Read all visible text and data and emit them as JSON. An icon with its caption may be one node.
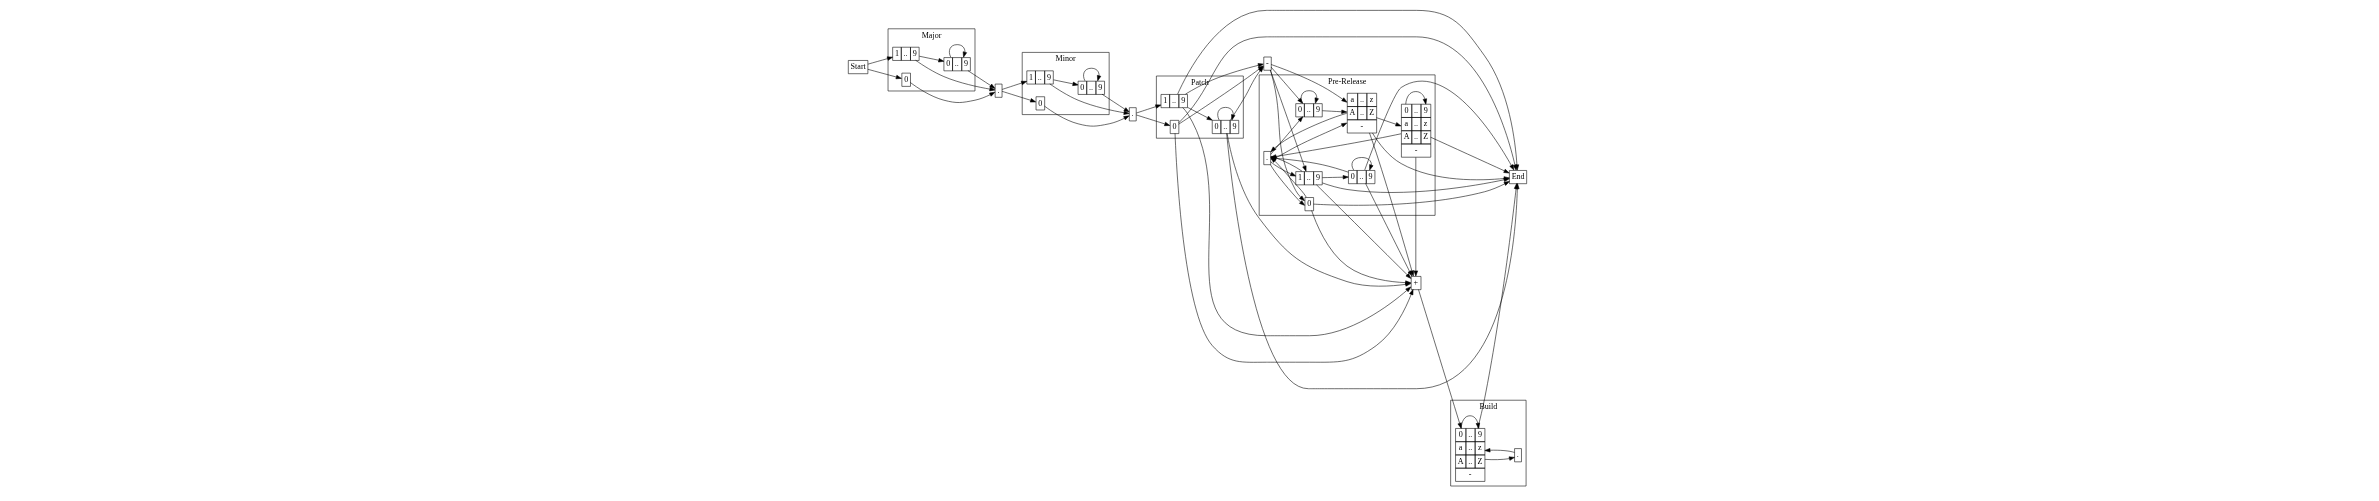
{
  "diagram": {
    "nodes": [
      {
        "text": [
          "Start"
        ]
      },
      {
        "text": [
          "Major"
        ]
      },
      {
        "text": [
          "1",
          "..",
          "9"
        ],
        "in": 1
      },
      {
        "text": [
          "0",
          "..",
          "9"
        ],
        "in": 1
      },
      {
        "text": [
          "0"
        ],
        "in": 1
      },
      {
        "text": [
          "."
        ]
      },
      {
        "text": [
          "Minor"
        ]
      },
      {
        "text": [
          "1",
          "..",
          "9"
        ],
        "in": 6
      },
      {
        "text": [
          "0",
          "..",
          "9"
        ],
        "in": 6
      },
      {
        "text": [
          "0"
        ],
        "in": 6
      },
      {
        "text": [
          "."
        ]
      },
      {
        "text": [
          "Patch"
        ]
      },
      {
        "text": [
          "1",
          "..",
          "9"
        ],
        "in": 11
      },
      {
        "text": [
          "0",
          "..",
          "9"
        ],
        "in": 11
      },
      {
        "text": [
          "0"
        ],
        "in": 11
      },
      {
        "text": [
          "-"
        ]
      },
      {
        "text": [
          "Pre-Release"
        ]
      },
      {
        "text": [
          "."
        ],
        "in": 16
      },
      {
        "text": [
          "0",
          "..",
          "9"
        ],
        "in": 16
      },
      {
        "text": [
          "a",
          "..",
          "z",
          "A",
          "..",
          "Z",
          "-"
        ],
        "in": 16
      },
      {
        "text": [
          "0",
          "..",
          "9",
          "a",
          "..",
          "z",
          "A",
          "..",
          "Z",
          "-"
        ],
        "in": 16
      },
      {
        "text": [
          "1",
          "..",
          "9"
        ],
        "in": 16
      },
      {
        "text": [
          "0",
          "..",
          "9"
        ],
        "in": 16
      },
      {
        "text": [
          "0"
        ],
        "in": 16
      },
      {
        "text": [
          "+"
        ]
      },
      {
        "text": [
          "Build"
        ]
      },
      {
        "text": [
          "0",
          "..",
          "9",
          "a",
          "..",
          "z",
          "A",
          "..",
          "Z",
          "-"
        ],
        "in": 25
      },
      {
        "text": [
          "."
        ],
        "in": 25
      },
      {
        "text": [
          "End"
        ]
      }
    ],
    "edges": [
      {
        "from": 0,
        "to": 2,
        "arrow": "to"
      },
      {
        "from": 0,
        "to": 4,
        "arrow": "to"
      },
      {
        "from": 2,
        "to": 3,
        "arrow": "to"
      },
      {
        "from": 3,
        "to": 3,
        "arrow": "to"
      },
      {
        "from": 2,
        "to": 5,
        "arrow": "to"
      },
      {
        "from": 3,
        "to": 5,
        "arrow": "to"
      },
      {
        "from": 4,
        "to": 5,
        "arrow": "to"
      },
      {
        "from": 5,
        "to": 7,
        "arrow": "to"
      },
      {
        "from": 5,
        "to": 9,
        "arrow": "to"
      },
      {
        "from": 7,
        "to": 8,
        "arrow": "to"
      },
      {
        "from": 8,
        "to": 8,
        "arrow": "to"
      },
      {
        "from": 7,
        "to": 10,
        "arrow": "to"
      },
      {
        "from": 8,
        "to": 10,
        "arrow": "to"
      },
      {
        "from": 9,
        "to": 10,
        "arrow": "to"
      },
      {
        "from": 10,
        "to": 12,
        "arrow": "to"
      },
      {
        "from": 10,
        "to": 14,
        "arrow": "to"
      },
      {
        "from": 12,
        "to": 13,
        "arrow": "to"
      },
      {
        "from": 13,
        "to": 13,
        "arrow": "to"
      },
      {
        "from": 12,
        "to": 15,
        "arrow": "to"
      },
      {
        "from": 13,
        "to": 15,
        "arrow": "to"
      },
      {
        "from": 14,
        "to": 15,
        "arrow": "to"
      },
      {
        "from": 12,
        "to": 24,
        "arrow": "to"
      },
      {
        "from": 13,
        "to": 24,
        "arrow": "to"
      },
      {
        "from": 14,
        "to": 24,
        "arrow": "to"
      },
      {
        "from": 12,
        "to": 28,
        "arrow": "to"
      },
      {
        "from": 13,
        "to": 28,
        "arrow": "to"
      },
      {
        "from": 14,
        "to": 28,
        "arrow": "to"
      },
      {
        "from": 15,
        "to": 18,
        "arrow": "to"
      },
      {
        "from": 15,
        "to": 19,
        "arrow": "to"
      },
      {
        "from": 15,
        "to": 21,
        "arrow": "to"
      },
      {
        "from": 15,
        "to": 23,
        "arrow": "to"
      },
      {
        "from": 17,
        "to": 18,
        "arrow": "to"
      },
      {
        "from": 17,
        "to": 19,
        "arrow": "to"
      },
      {
        "from": 17,
        "to": 21,
        "arrow": "to"
      },
      {
        "from": 17,
        "to": 23,
        "arrow": "to"
      },
      {
        "from": 18,
        "to": 18,
        "arrow": "to"
      },
      {
        "from": 18,
        "to": 19,
        "arrow": "to"
      },
      {
        "from": 19,
        "to": 20,
        "arrow": "to"
      },
      {
        "from": 20,
        "to": 20,
        "arrow": "to"
      },
      {
        "from": 21,
        "to": 22,
        "arrow": "to"
      },
      {
        "from": 22,
        "to": 22,
        "arrow": "to"
      },
      {
        "from": 19,
        "to": 17,
        "arrow": "to"
      },
      {
        "from": 20,
        "to": 17,
        "arrow": "to"
      },
      {
        "from": 21,
        "to": 17,
        "arrow": "to"
      },
      {
        "from": 22,
        "to": 17,
        "arrow": "to"
      },
      {
        "from": 23,
        "to": 17,
        "arrow": "to"
      },
      {
        "from": 19,
        "to": 24,
        "arrow": "to"
      },
      {
        "from": 20,
        "to": 24,
        "arrow": "to"
      },
      {
        "from": 21,
        "to": 24,
        "arrow": "to"
      },
      {
        "from": 22,
        "to": 24,
        "arrow": "to"
      },
      {
        "from": 23,
        "to": 24,
        "arrow": "to"
      },
      {
        "from": 19,
        "to": 28,
        "arrow": "to"
      },
      {
        "from": 20,
        "to": 28,
        "arrow": "to"
      },
      {
        "from": 21,
        "to": 28,
        "arrow": "to"
      },
      {
        "from": 22,
        "to": 28,
        "arrow": "to"
      },
      {
        "from": 23,
        "to": 28,
        "arrow": "to"
      },
      {
        "from": 24,
        "to": 26,
        "arrow": "to"
      },
      {
        "from": 26,
        "to": 26,
        "arrow": "to"
      },
      {
        "from": 26,
        "to": 27,
        "arrow": "to"
      },
      {
        "from": 27,
        "to": 26,
        "arrow": "to"
      },
      {
        "from": 26,
        "to": 28,
        "arrow": "to"
      }
    ]
  }
}
